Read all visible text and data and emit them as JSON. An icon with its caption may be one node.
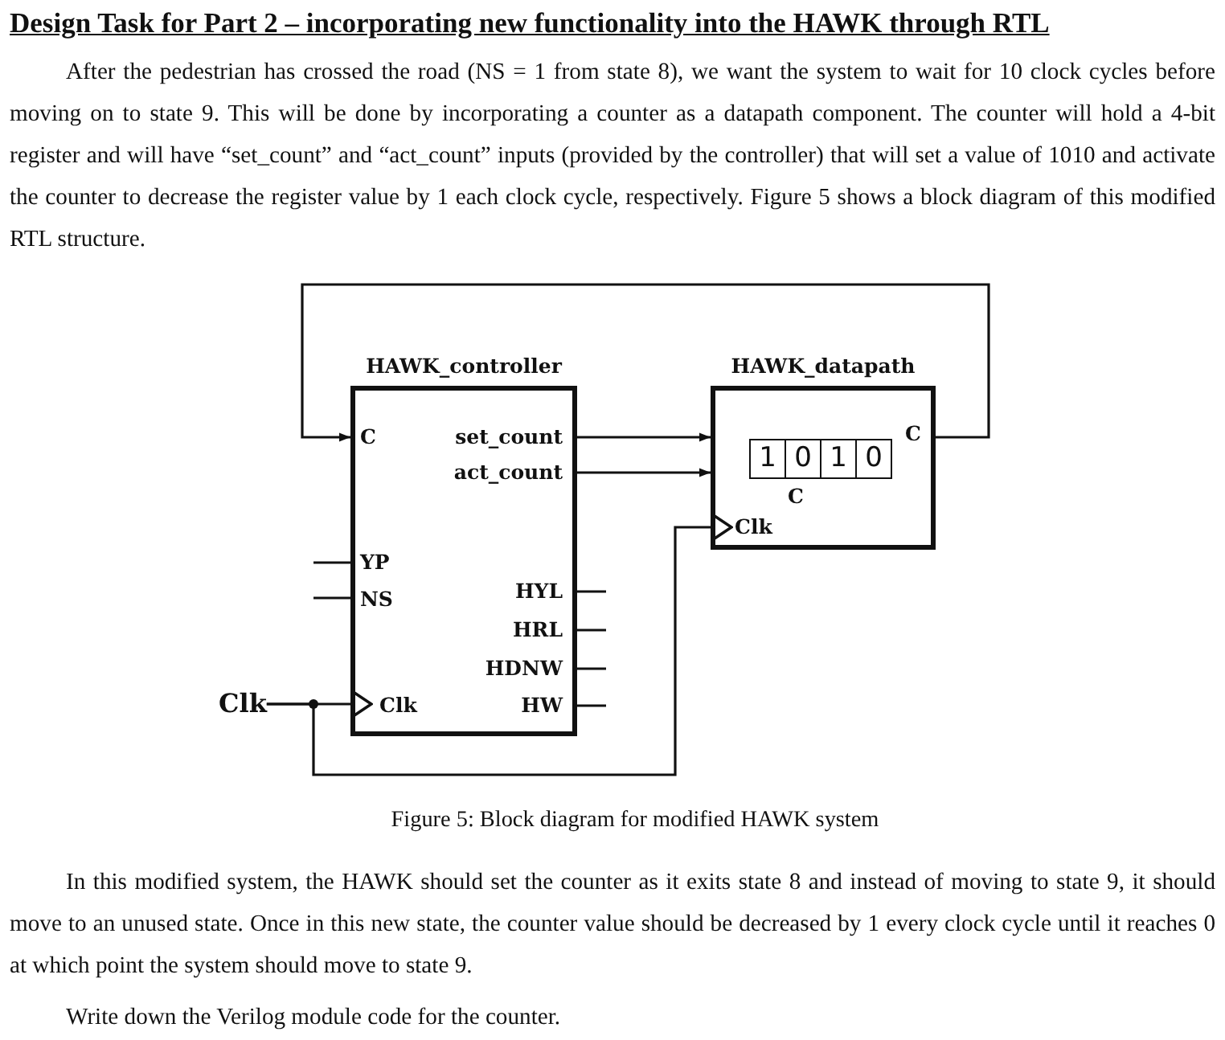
{
  "diagram": {
    "title": "Design Task for Part 2 – incorporating new functionality into the HAWK through RTL",
    "caption": "Figure 5: Block diagram for modified HAWK system",
    "nodes": [
      {
        "text": [
          "HAWK_controller"
        ]
      },
      {
        "text": [
          "HAWK_datapath"
        ]
      },
      {
        "text": [
          "1",
          "0",
          "1",
          "0"
        ],
        "in": 1,
        "beside": [
          "C"
        ]
      },
      {
        "text": [
          "Clk"
        ]
      }
    ],
    "edges": [
      {
        "from": 1,
        "to": 0,
        "arrow": "to"
      },
      {
        "from": 0,
        "to": 1,
        "arrow": "to"
      },
      {
        "from": 0,
        "to": 1,
        "arrow": "to"
      },
      {
        "from": 3,
        "to": 0,
        "arrow": "to"
      },
      {
        "from": 3,
        "to": 1,
        "arrow": "to"
      },
      {
        "from": null,
        "to": 0,
        "arrow": "none"
      },
      {
        "from": null,
        "to": 0,
        "arrow": "none"
      },
      {
        "from": 0,
        "to": null,
        "arrow": "none"
      },
      {
        "from": 0,
        "to": null,
        "arrow": "none"
      },
      {
        "from": 0,
        "to": null,
        "arrow": "none"
      },
      {
        "from": 0,
        "to": null,
        "arrow": "none"
      }
    ],
    "labels": [
      "After the pedestrian has crossed the road (NS = 1 from state 8), we want the system to wait for 10 clock cycles before moving on to state 9. This will be done by incorporating a counter as a datapath component. The counter will hold a 4-bit register and will have “set_count” and “act_count” inputs (provided by the controller) that will set a value of 1010 and activate the counter to decrease the register value by 1 each clock cycle, respectively. Figure 5 shows a block diagram of this modified RTL structure.",
      "C",
      "set_count",
      "act_count",
      "YP",
      "NS",
      "HYL",
      "HRL",
      "HDNW",
      "HW",
      "Clk",
      "C",
      "Clk",
      "In this modified system, the HAWK should set the counter as it exits state 8 and instead of moving to state 9, it should move to an unused state. Once in this new state, the counter value should be decreased by 1 every clock cycle until it reaches 0 at which point the system should move to state 9.",
      "Write down the Verilog module code for the counter."
    ]
  }
}
